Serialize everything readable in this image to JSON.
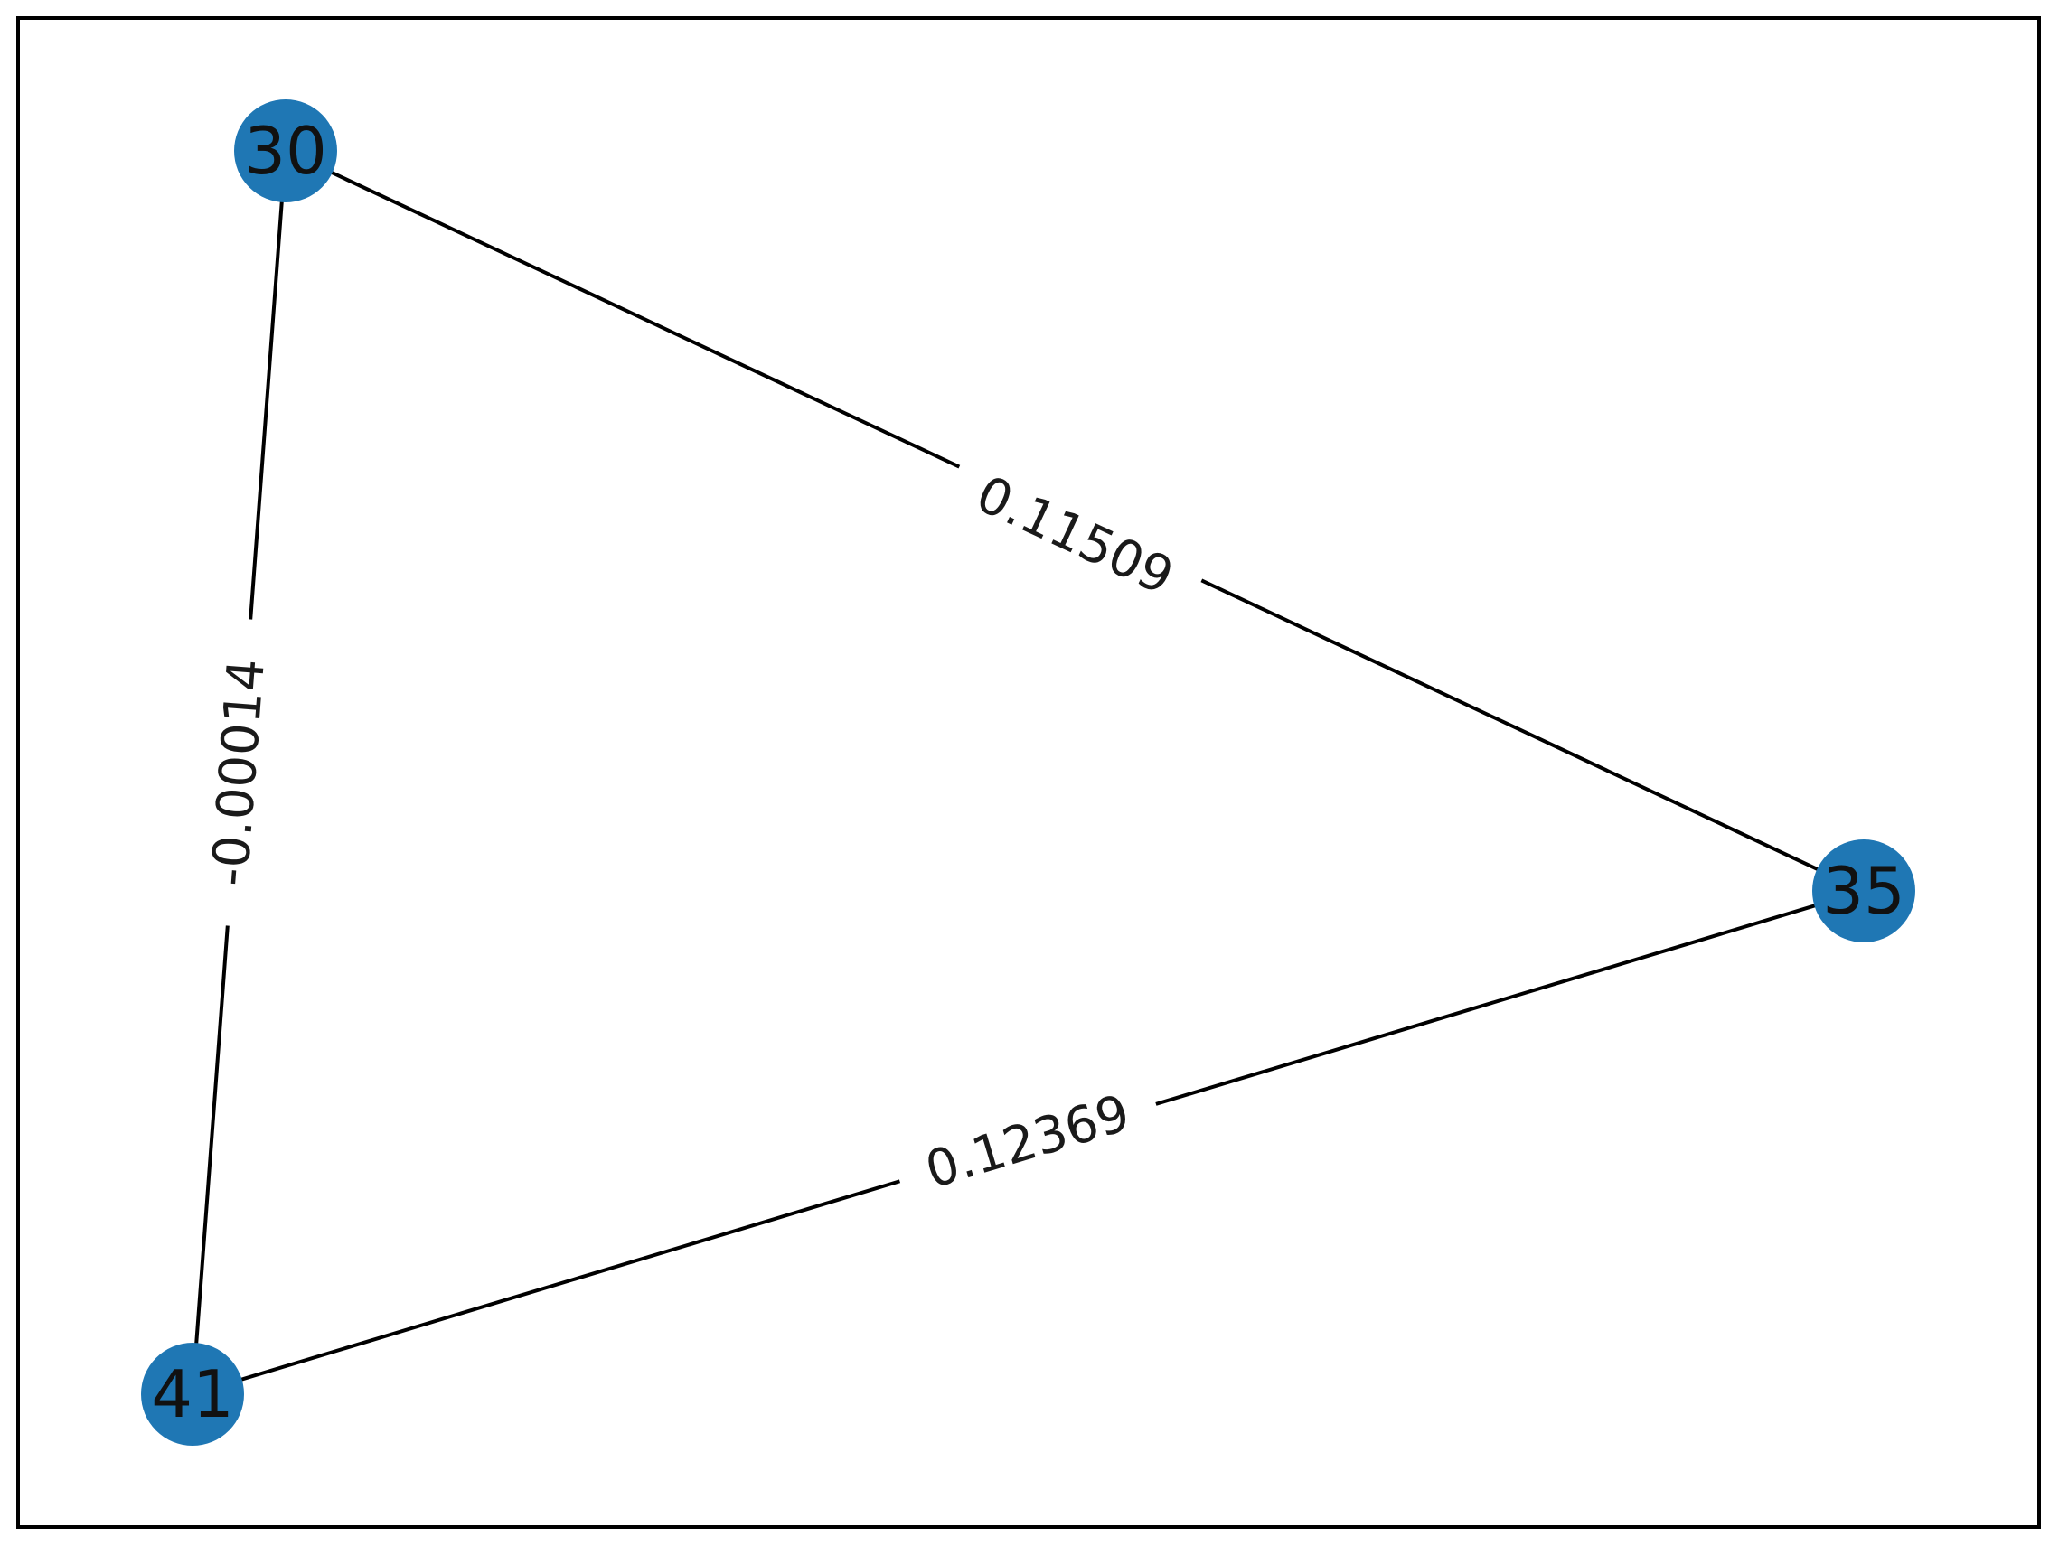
{
  "graph": {
    "node_color": "#1f77b4",
    "edge_color": "#000000",
    "label_color": "#111111",
    "nodes": [
      {
        "id": "30",
        "label": "30"
      },
      {
        "id": "35",
        "label": "35"
      },
      {
        "id": "41",
        "label": "41"
      }
    ],
    "edges": [
      {
        "source": "30",
        "target": "35",
        "weight": "0.11509"
      },
      {
        "source": "30",
        "target": "41",
        "weight": "-0.00014"
      },
      {
        "source": "35",
        "target": "41",
        "weight": "0.12369"
      }
    ]
  }
}
